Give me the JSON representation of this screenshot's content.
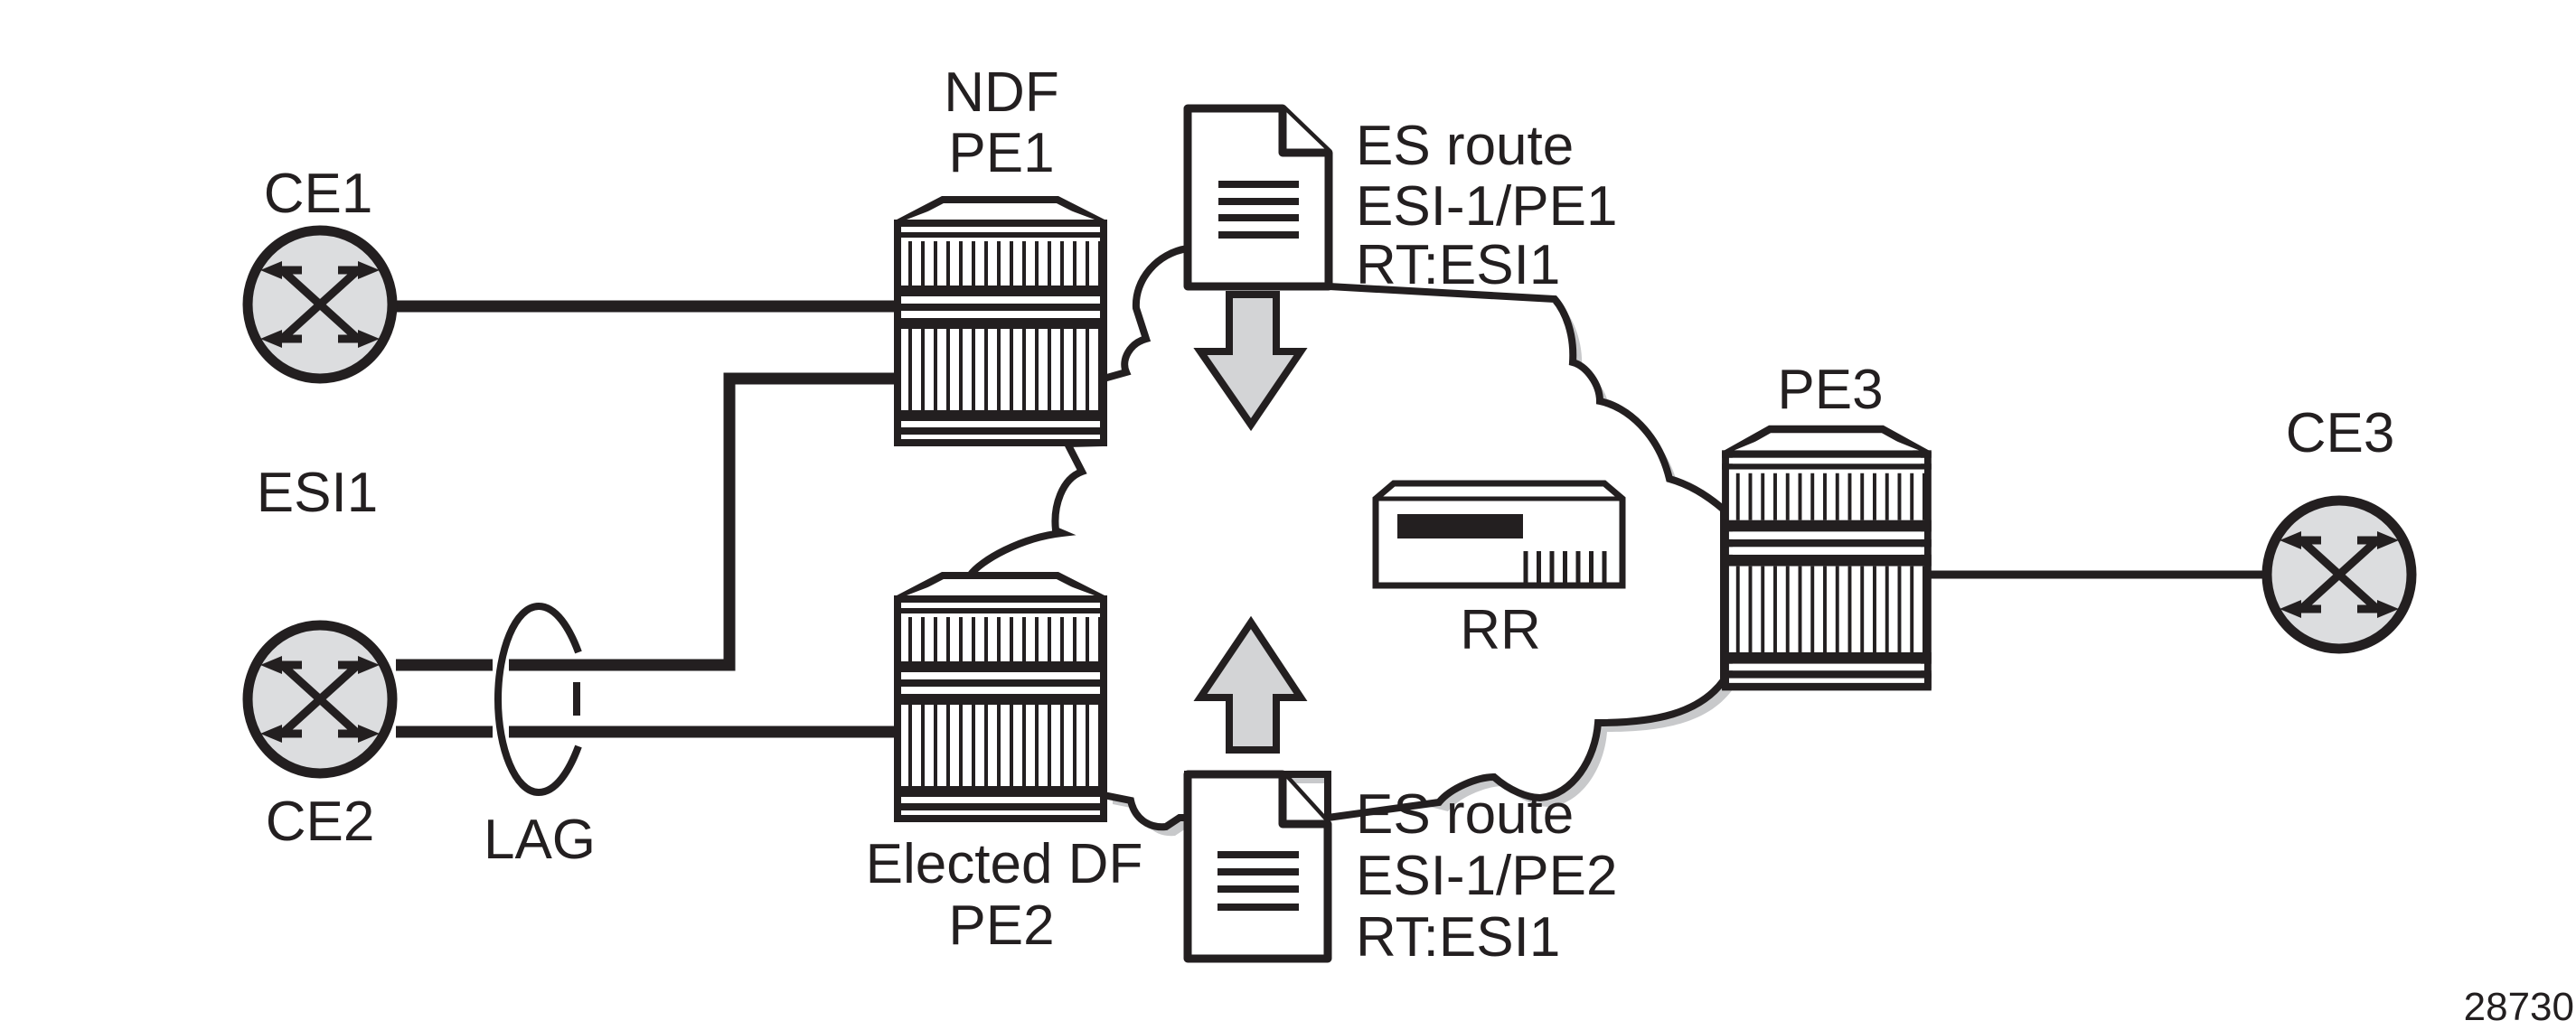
{
  "figure": {
    "id": "28730",
    "colors": {
      "ink": "#231f20",
      "ce_fill": "#dcdddf",
      "arrow_fill": "#d3d4d6",
      "cloud_shadow": "#c8c9cb",
      "background": "#ffffff"
    }
  },
  "nodes": {
    "ce1": {
      "label": "CE1",
      "icon": "router-icon"
    },
    "ce2": {
      "label": "CE2",
      "icon": "router-icon"
    },
    "ce3": {
      "label": "CE3",
      "icon": "router-icon"
    },
    "pe1": {
      "role": "NDF",
      "label": "PE1",
      "icon": "pe-router-chassis-icon"
    },
    "pe2": {
      "role": "Elected DF",
      "label": "PE2",
      "icon": "pe-router-chassis-icon"
    },
    "pe3": {
      "label": "PE3",
      "icon": "pe-router-chassis-icon"
    },
    "rr": {
      "label": "RR",
      "icon": "route-reflector-server-icon"
    }
  },
  "labels": {
    "esi": "ESI1",
    "lag": "LAG"
  },
  "routes": [
    {
      "lines": [
        "ES route",
        "ESI-1/PE1",
        "RT:ESI1"
      ],
      "icon": "document-icon",
      "direction": "down"
    },
    {
      "lines": [
        "ES route",
        "ESI-1/PE2",
        "RT:ESI1"
      ],
      "icon": "document-icon",
      "direction": "up"
    }
  ],
  "links": [
    {
      "from": "CE1",
      "to": "PE1"
    },
    {
      "from": "CE2",
      "to": "PE1",
      "via": "LAG"
    },
    {
      "from": "CE2",
      "to": "PE2",
      "via": "LAG"
    },
    {
      "from": "PE3",
      "to": "CE3"
    }
  ]
}
